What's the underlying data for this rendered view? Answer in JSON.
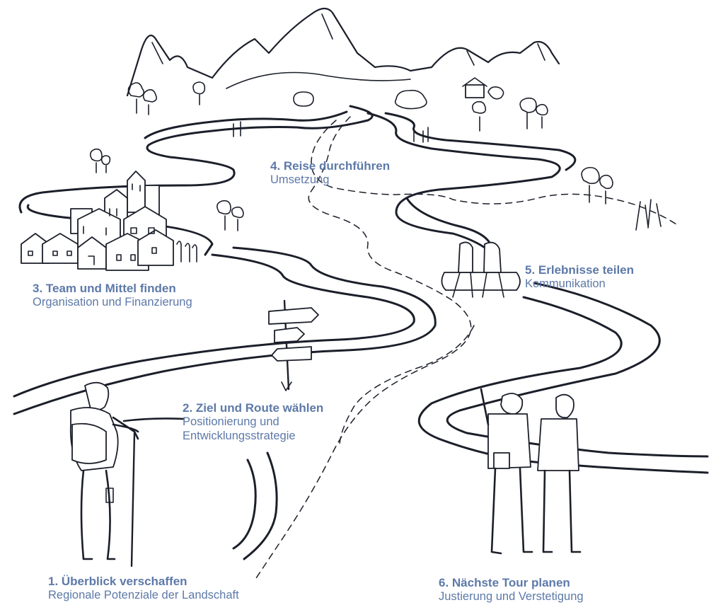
{
  "stages": [
    {
      "title": "1. Überblick verschaffen",
      "subtitle": "Regionale Potenziale der Landschaft"
    },
    {
      "title": "2. Ziel und Route wählen",
      "subtitle_lines": [
        "Positionierung und",
        "Entwicklungsstrategie"
      ]
    },
    {
      "title": "3. Team und Mittel finden",
      "subtitle": "Organisation und Finanzierung"
    },
    {
      "title": "4. Reise durchführen",
      "subtitle": "Umsetzung"
    },
    {
      "title": "5. Erlebnisse teilen",
      "subtitle": "Kommunikation"
    },
    {
      "title": "6. Nächste Tour planen",
      "subtitle": "Justierung und Verstetigung"
    }
  ],
  "colors": {
    "label": "#5d79a8",
    "ink": "#1b1f2a",
    "background": "#ffffff"
  }
}
